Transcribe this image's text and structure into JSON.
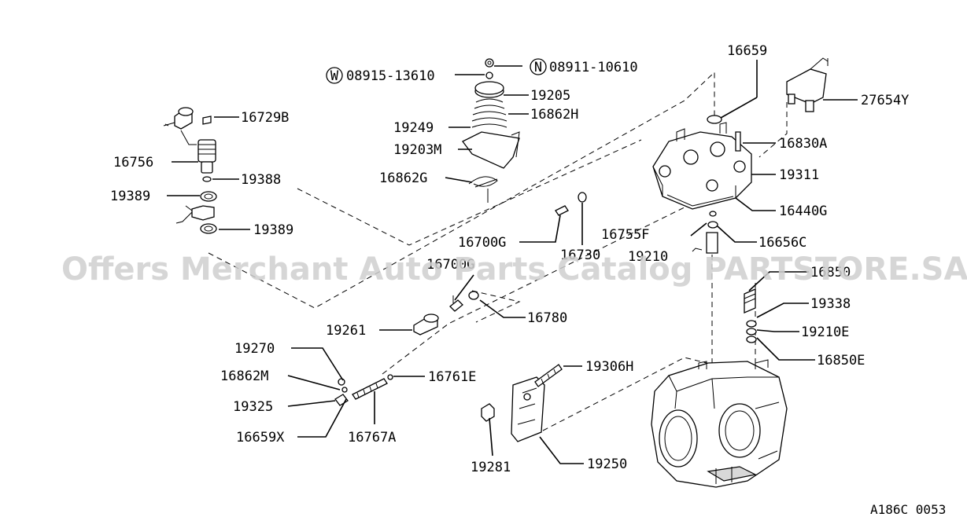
{
  "diagram_code": "A186C 0053",
  "watermark": "Offers Merchant Auto Parts Catalog PARTSTORE.SA",
  "washer_symbol": "W",
  "nut_symbol": "N",
  "parts": {
    "p08915_13610": "08915-13610",
    "p08911_10610": "08911-10610",
    "p16659": "16659",
    "p19205": "19205",
    "p16862H": "16862H",
    "p19249": "19249",
    "p19203M": "19203M",
    "p16862G": "16862G",
    "p16729B": "16729B",
    "p16756": "16756",
    "p19388": "19388",
    "p19389a": "19389",
    "p19389b": "19389",
    "p27654Y": "27654Y",
    "p16830A": "16830A",
    "p19311": "19311",
    "p16440G": "16440G",
    "p16700G_a": "16700G",
    "p16730": "16730",
    "p16755F": "16755F",
    "p16656C": "16656C",
    "p19210": "19210",
    "p16700G_b": "16700G",
    "p16850": "16850",
    "p19338": "19338",
    "p19210E": "19210E",
    "p16850E": "16850E",
    "p19261": "19261",
    "p16780": "16780",
    "p19270": "19270",
    "p16862M": "16862M",
    "p19325": "19325",
    "p16659X": "16659X",
    "p16761E": "16761E",
    "p16767A": "16767A",
    "p19306H": "19306H",
    "p19281": "19281",
    "p19250": "19250"
  }
}
